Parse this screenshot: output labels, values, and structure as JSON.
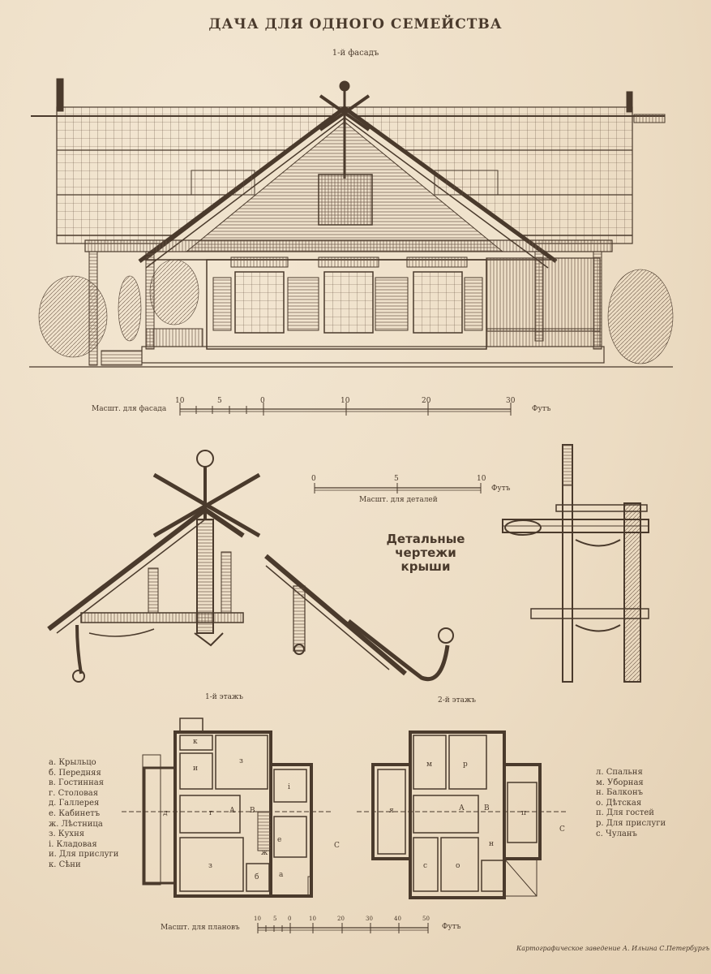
{
  "title": "ДАЧА ДЛЯ ОДНОГО СЕМЕЙСТВА",
  "facade_caption": "1-й фасадъ",
  "facade_scale": {
    "label": "Масшт. для фасада",
    "ticks": [
      "10",
      "5",
      "0",
      "10",
      "20",
      "30"
    ],
    "unit": "Футъ"
  },
  "detail_scale": {
    "label": "Масшт. для деталей",
    "ticks": [
      "0",
      "5",
      "10"
    ],
    "unit": "Футъ"
  },
  "detail_title": "Детальные чертежи крыши",
  "floor1_caption": "1-й этажъ",
  "floor2_caption": "2-й этажъ",
  "plan_scale": {
    "label": "Масшт. для плановъ",
    "ticks": [
      "10",
      "5",
      "0",
      "10",
      "20",
      "30",
      "40",
      "50"
    ],
    "unit": "Футъ"
  },
  "legend_left": [
    "а. Крыльцо",
    "б. Передняя",
    "в. Гостинная",
    "г. Столовая",
    "д. Галлерея",
    "е. Кабинетъ",
    "ж. Лѣстница",
    "з. Кухня",
    "і. Кладовая",
    "и. Для прислуги",
    "к. Сѣни"
  ],
  "legend_right": [
    "л. Спальня",
    "м. Уборная",
    "н. Балконъ",
    "о. Дѣтская",
    "п. Для гостей",
    "р. Для прислуги",
    "с. Чуланъ"
  ],
  "room_labels_floor1": [
    "к",
    "и",
    "з",
    "і",
    "д",
    "г",
    "А",
    "В",
    "е",
    "С",
    "ж",
    "з",
    "б",
    "а"
  ],
  "room_labels_floor2": [
    "м",
    "р",
    "я",
    "А",
    "В",
    "п",
    "С",
    "н",
    "с",
    "о"
  ],
  "imprint": "Картографическое заведение А. Ильина С.Петербургъ"
}
